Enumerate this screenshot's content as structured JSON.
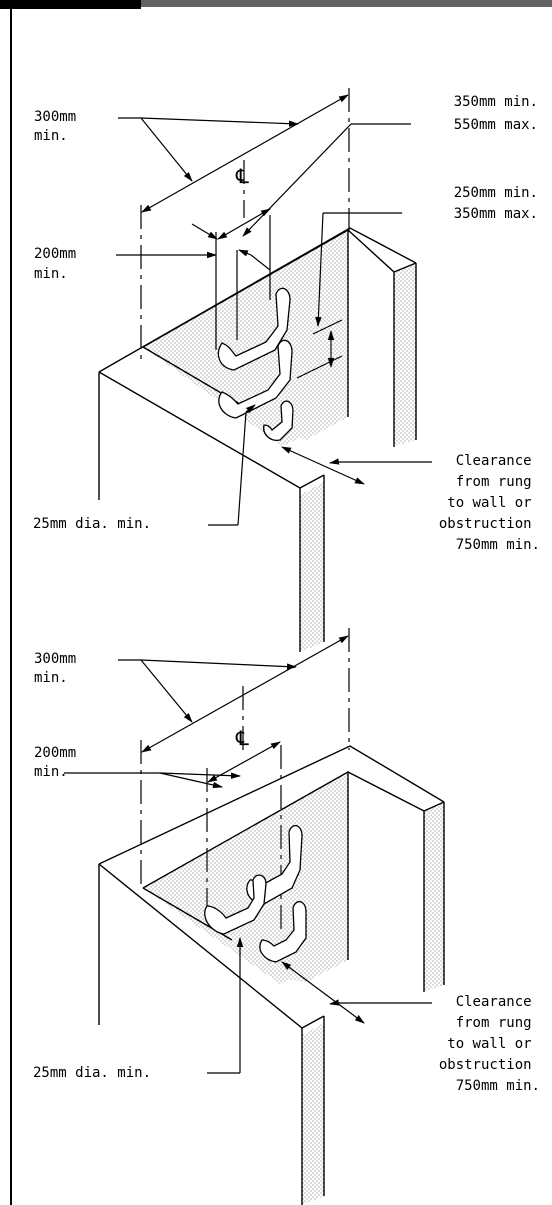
{
  "diagram_top": {
    "label_300": [
      "300mm",
      "min."
    ],
    "label_350_550": [
      "350mm min.",
      "550mm max."
    ],
    "label_250_350": [
      "250mm min.",
      "350mm max."
    ],
    "label_200": [
      "200mm",
      "min."
    ],
    "label_25": "25mm dia. min.",
    "label_clearance": [
      "Clearance",
      "from rung",
      "to wall or",
      "obstruction",
      "750mm min."
    ],
    "centerline_symbol": "℄"
  },
  "diagram_bottom": {
    "label_300": [
      "300mm",
      "min."
    ],
    "label_200": [
      "200mm",
      "min."
    ],
    "label_25": "25mm dia. min.",
    "label_clearance": [
      "Clearance",
      "from rung",
      "to wall or",
      "obstruction",
      "750mm min."
    ],
    "centerline_symbol": "℄"
  }
}
